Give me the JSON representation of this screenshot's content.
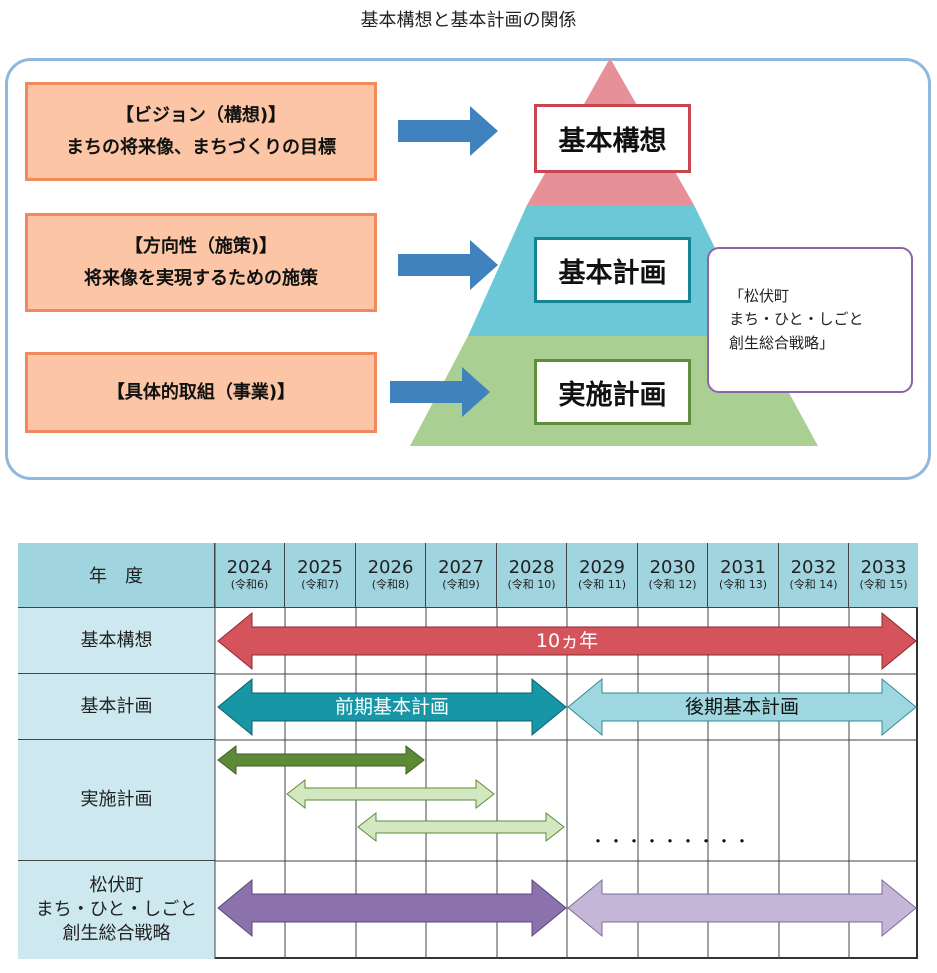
{
  "title": "基本構想と基本計画の関係",
  "left_boxes": [
    {
      "lines": [
        "【ビジョン（構想)】",
        "まちの将来像、まちづくりの目標"
      ]
    },
    {
      "lines": [
        "【方向性（施策)】",
        "将来像を実現するための施策"
      ]
    },
    {
      "lines": [
        "【具体的取組（事業)】"
      ]
    }
  ],
  "pyramid": {
    "levels": [
      "基本構想",
      "基本計画",
      "実施計画"
    ],
    "colors": {
      "top": "#e69097",
      "middle": "#6cc7d6",
      "bottom": "#a9cf92",
      "top_border": "#c94650",
      "middle_border": "#138593",
      "bottom_border": "#5f8f3e"
    }
  },
  "arrow_color": "#3f82bd",
  "note_lines": [
    "「松伏町",
    "まち・ひと・しごと",
    "創生総合戦略」"
  ],
  "table": {
    "header_label": "年　度",
    "years": [
      {
        "year": "2024",
        "era": "(令和6)"
      },
      {
        "year": "2025",
        "era": "(令和7)"
      },
      {
        "year": "2026",
        "era": "(令和8)"
      },
      {
        "year": "2027",
        "era": "(令和9)"
      },
      {
        "year": "2028",
        "era": "(令和 10)"
      },
      {
        "year": "2029",
        "era": "(令和 11)"
      },
      {
        "year": "2030",
        "era": "(令和 12)"
      },
      {
        "year": "2031",
        "era": "(令和 13)"
      },
      {
        "year": "2032",
        "era": "(令和 14)"
      },
      {
        "year": "2033",
        "era": "(令和 15)"
      }
    ],
    "rows": [
      {
        "lines": [
          "基本構想"
        ]
      },
      {
        "lines": [
          "基本計画"
        ]
      },
      {
        "lines": [
          "実施計画"
        ]
      },
      {
        "lines": [
          "松伏町",
          "まち・ひと・しごと",
          "創生総合戦略"
        ]
      }
    ],
    "bars": {
      "vision": {
        "label": "10ヵ年",
        "color": "#d5535a"
      },
      "plan_first": {
        "label": "前期基本計画",
        "color": "#1796a6"
      },
      "plan_second": {
        "label": "後期基本計画",
        "color": "#9ed7e0"
      },
      "impl_dark": "#5e8a38",
      "impl_light": "#d3e8c1",
      "strategy_first": "#8c72ad",
      "strategy_second": "#c4b6d6"
    },
    "dots": "・・・・・・・・・"
  }
}
